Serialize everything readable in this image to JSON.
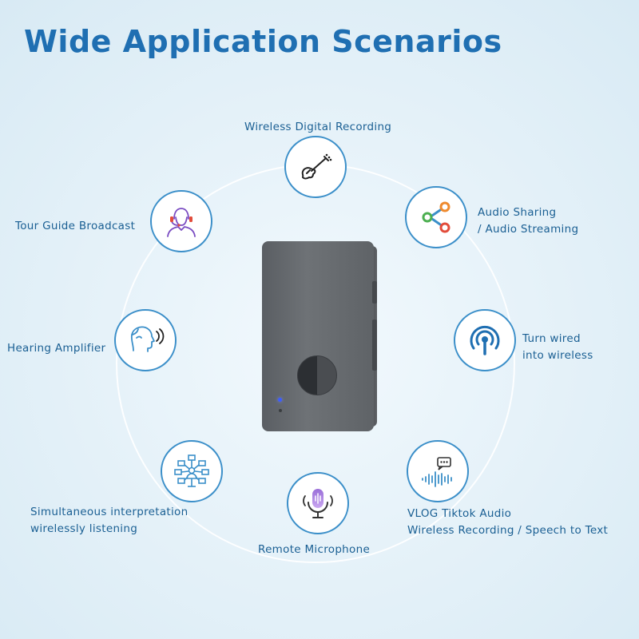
{
  "title": "Wide Application Scenarios",
  "scenarios": [
    {
      "id": "recording",
      "icon": "guitar-icon",
      "lines": [
        "Wireless Digital Recording"
      ]
    },
    {
      "id": "sharing",
      "icon": "share-icon",
      "lines": [
        "Audio Sharing",
        "/ Audio Streaming"
      ]
    },
    {
      "id": "wireless",
      "icon": "antenna-icon",
      "lines": [
        "Turn wired",
        "into wireless"
      ]
    },
    {
      "id": "vlog",
      "icon": "speech-wave-icon",
      "lines": [
        "VLOG Tiktok Audio",
        "Wireless Recording / Speech to Text"
      ]
    },
    {
      "id": "microphone",
      "icon": "microphone-icon",
      "lines": [
        "Remote Microphone"
      ]
    },
    {
      "id": "interpretation",
      "icon": "network-icon",
      "lines": [
        "Simultaneous interpretation",
        " wirelessly listening"
      ]
    },
    {
      "id": "hearing",
      "icon": "hearing-icon",
      "lines": [
        "Hearing Amplifier"
      ]
    },
    {
      "id": "tour",
      "icon": "headset-person-icon",
      "lines": [
        "Tour Guide Broadcast"
      ]
    }
  ],
  "colors": {
    "title": "#1f6fb2",
    "label": "#1a5f93",
    "circle_border": "#3b8fc9"
  }
}
